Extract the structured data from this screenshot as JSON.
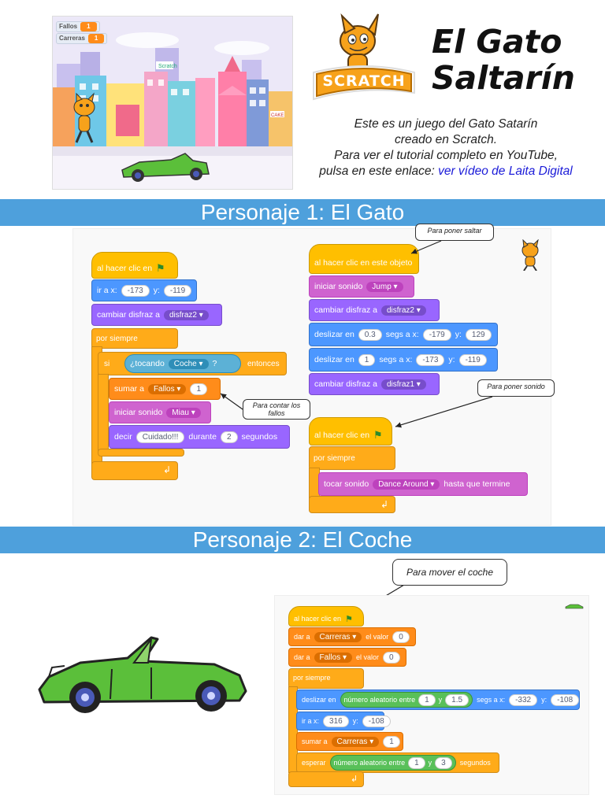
{
  "stage": {
    "vars": [
      {
        "label": "Fallos",
        "value": "1"
      },
      {
        "label": "Carreras",
        "value": "1"
      }
    ],
    "building_signs": [
      "Scratch",
      "CAKE"
    ]
  },
  "header": {
    "logo_text": "SCRATCH",
    "title_line1": "El Gato",
    "title_line2": "Saltarín",
    "desc_line1": "Este es un juego del Gato Satarín",
    "desc_line2": "creado en Scratch.",
    "desc_line3": "Para ver el tutorial completo en YouTube,",
    "desc_line4_prefix": "pulsa en este enlace: ",
    "desc_link": "ver vídeo de Laita Digital"
  },
  "section1": {
    "title": "Personaje 1: El Gato",
    "script1": {
      "hat": "al hacer clic en",
      "goto": {
        "label": "ir a x:",
        "x": "-173",
        "ylabel": "y:",
        "y": "-119"
      },
      "costume": {
        "label": "cambiar disfraz a",
        "value": "disfraz2"
      },
      "forever": "por siempre",
      "if": {
        "label": "si",
        "cond": "¿tocando",
        "cond_value": "Coche",
        "q": "?",
        "then": "entonces"
      },
      "change": {
        "label": "sumar a",
        "var": "Fallos",
        "value": "1"
      },
      "sound": {
        "label": "iniciar sonido",
        "value": "Miau"
      },
      "say": {
        "label": "decir",
        "text": "Cuidado!!!",
        "for": "durante",
        "secs": "2",
        "unit": "segundos"
      }
    },
    "script2": {
      "hat": "al hacer clic en este objeto",
      "sound": {
        "label": "iniciar sonido",
        "value": "Jump"
      },
      "costume1": {
        "label": "cambiar disfraz a",
        "value": "disfraz2"
      },
      "glide1": {
        "label": "deslizar en",
        "secs": "0.3",
        "to": "segs a x:",
        "x": "-179",
        "ylabel": "y:",
        "y": "129"
      },
      "glide2": {
        "label": "deslizar en",
        "secs": "1",
        "to": "segs a x:",
        "x": "-173",
        "ylabel": "y:",
        "y": "-119"
      },
      "costume2": {
        "label": "cambiar disfraz a",
        "value": "disfraz1"
      }
    },
    "script3": {
      "hat": "al hacer clic en",
      "forever": "por siempre",
      "play": {
        "label": "tocar sonido",
        "value": "Dance Around",
        "until": "hasta que termine"
      }
    },
    "notes": {
      "jump": "Para poner saltar",
      "count": "Para contar los fallos",
      "sound": "Para poner sonido"
    }
  },
  "section2": {
    "title": "Personaje 2: El Coche",
    "note": "Para mover el coche",
    "script": {
      "hat": "al hacer clic en",
      "set1": {
        "label": "dar a",
        "var": "Carreras",
        "to": "el valor",
        "value": "0"
      },
      "set2": {
        "label": "dar a",
        "var": "Fallos",
        "to": "el valor",
        "value": "0"
      },
      "forever": "por siempre",
      "glide": {
        "label": "deslizar en",
        "rand": "número aleatorio entre",
        "a": "1",
        "y": "y",
        "b": "1.5",
        "to": "segs a x:",
        "x": "-332",
        "ylabel": "y:",
        "yv": "-108"
      },
      "goto": {
        "label": "ir a x:",
        "x": "316",
        "ylabel": "y:",
        "y": "-108"
      },
      "change": {
        "label": "sumar a",
        "var": "Carreras",
        "value": "1"
      },
      "wait": {
        "label": "esperar",
        "rand": "número aleatorio entre",
        "a": "1",
        "y": "y",
        "b": "3",
        "unit": "segundos"
      }
    }
  }
}
